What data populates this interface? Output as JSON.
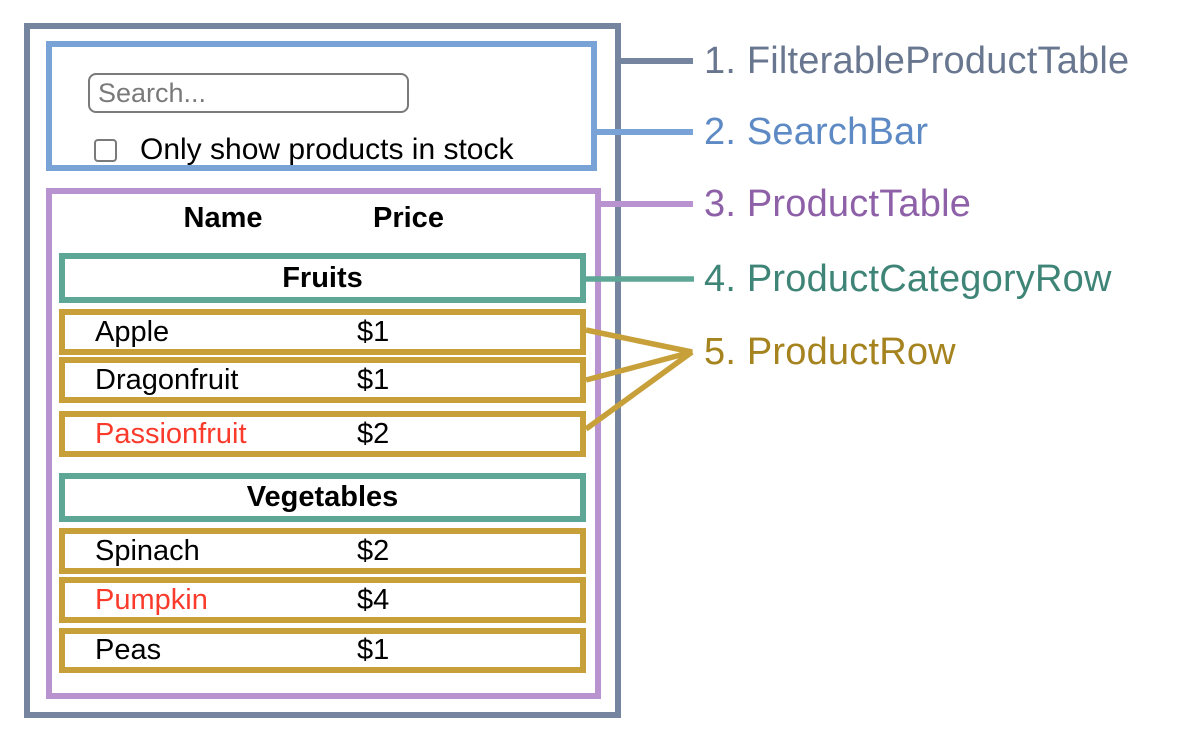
{
  "colors": {
    "slate": "#76859f",
    "slateLabel": "#68778f",
    "blue": "#79a3d6",
    "blueLabel": "#5d8ac4",
    "purple": "#b893d0",
    "purpleLabel": "#8d60a8",
    "teal": "#5ea796",
    "tealLabel": "#3f8577",
    "gold": "#c7a03a",
    "goldLabel": "#a5831f",
    "red": "#fa3b2c",
    "inputBorder": "#7a7a7a",
    "placeholder": "#7a7a7a"
  },
  "search_bar": {
    "placeholder": "Search...",
    "checkbox_label": "Only show products in stock",
    "checkbox_checked": false
  },
  "table": {
    "header": {
      "name": "Name",
      "price": "Price"
    },
    "sections": [
      {
        "category": "Fruits",
        "rows": [
          {
            "name": "Apple",
            "price": "$1",
            "red": false
          },
          {
            "name": "Dragonfruit",
            "price": "$1",
            "red": false
          },
          {
            "name": "Passionfruit",
            "price": "$2",
            "red": true
          }
        ]
      },
      {
        "category": "Vegetables",
        "rows": [
          {
            "name": "Spinach",
            "price": "$2",
            "red": false
          },
          {
            "name": "Pumpkin",
            "price": "$4",
            "red": true
          },
          {
            "name": "Peas",
            "price": "$1",
            "red": false
          }
        ]
      }
    ]
  },
  "legend": [
    {
      "text": "1. FilterableProductTable"
    },
    {
      "text": "2. SearchBar"
    },
    {
      "text": "3. ProductTable"
    },
    {
      "text": "4. ProductCategoryRow"
    },
    {
      "text": "5. ProductRow"
    }
  ]
}
